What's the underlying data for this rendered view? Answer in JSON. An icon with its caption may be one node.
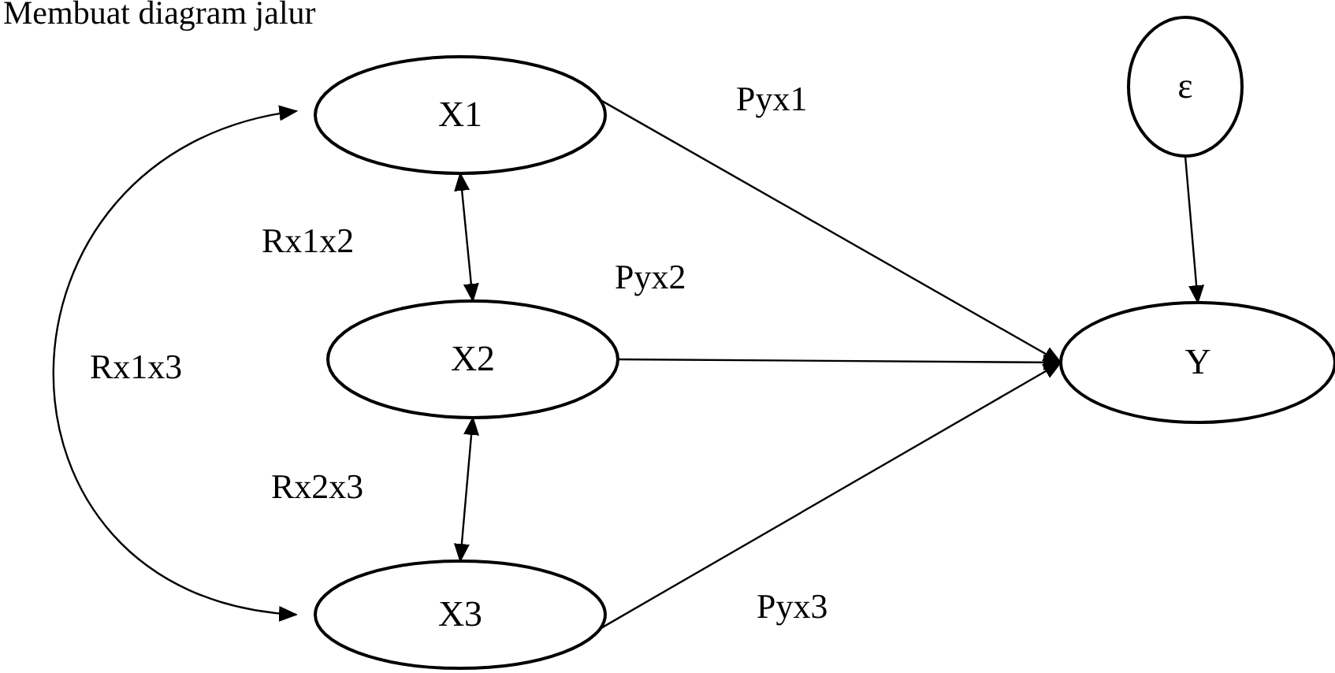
{
  "diagram": {
    "title": "Membuat diagram jalur",
    "nodes": [
      {
        "text": [
          "X1"
        ]
      },
      {
        "text": [
          "X2"
        ]
      },
      {
        "text": [
          "X3"
        ]
      },
      {
        "text": [
          "ε"
        ]
      },
      {
        "text": [
          "Y"
        ]
      }
    ],
    "edges": [
      {
        "from": 0,
        "to": 1,
        "arrow": "both",
        "label": "Rx1x2"
      },
      {
        "from": 1,
        "to": 2,
        "arrow": "both",
        "label": "Rx2x3"
      },
      {
        "from": 0,
        "to": 2,
        "arrow": "both",
        "label": "Rx1x3"
      },
      {
        "from": 0,
        "to": 4,
        "arrow": "to",
        "label": "Pyx1"
      },
      {
        "from": 1,
        "to": 4,
        "arrow": "to",
        "label": "Pyx2"
      },
      {
        "from": 2,
        "to": 4,
        "arrow": "to",
        "label": "Pyx3"
      },
      {
        "from": 3,
        "to": 4,
        "arrow": "to"
      }
    ]
  }
}
